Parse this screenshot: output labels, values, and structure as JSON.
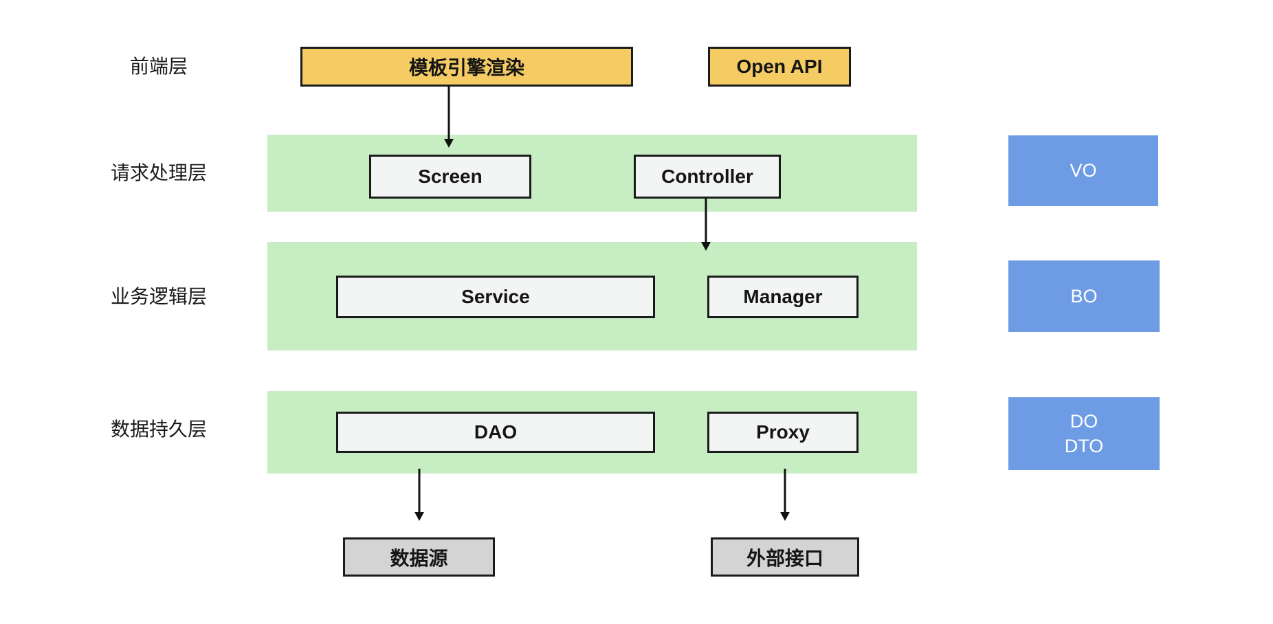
{
  "colors": {
    "yellow": "#F5CB63",
    "green": "#C7EDC3",
    "blue": "#6D9CE4",
    "gray_box": "#D4D4D4",
    "node_fill": "#F3F5F5",
    "border": "#1B1B1B"
  },
  "layer_labels": {
    "frontend": "前端层",
    "request": "请求处理层",
    "business": "业务逻辑层",
    "persistence": "数据持久层"
  },
  "nodes": {
    "template_engine": "模板引擎渲染",
    "open_api": "Open API",
    "screen": "Screen",
    "controller": "Controller",
    "service": "Service",
    "manager": "Manager",
    "dao": "DAO",
    "proxy": "Proxy",
    "data_source": "数据源",
    "external_interface": "外部接口"
  },
  "object_models": {
    "vo": "VO",
    "bo": "BO",
    "do": "DO",
    "dto": "DTO"
  }
}
